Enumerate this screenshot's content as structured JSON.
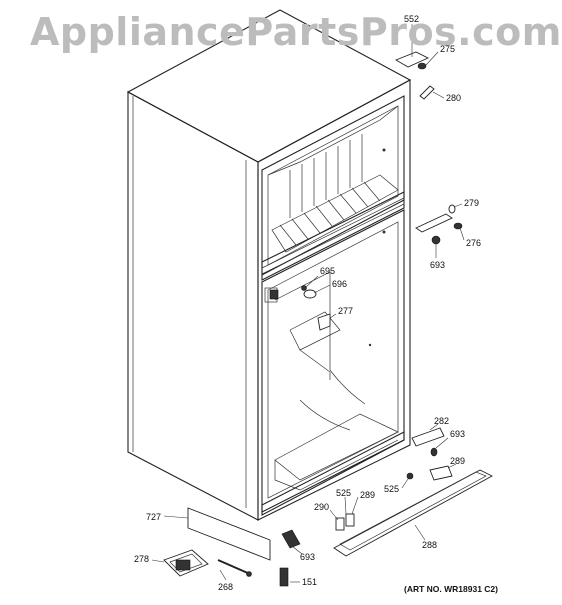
{
  "watermark": "AppliancePartsPros.com",
  "art_number": "(ART NO. WR18931 C2)",
  "callouts": {
    "c552": "552",
    "c275": "275",
    "c280": "280",
    "c279": "279",
    "c276": "276",
    "c693a": "693",
    "c695": "695",
    "c696": "696",
    "c277": "277",
    "c282": "282",
    "c693b": "693",
    "c289a": "289",
    "c525a": "525",
    "c727": "727",
    "c290": "290",
    "c525b": "525",
    "c289b": "289",
    "c288": "288",
    "c693c": "693",
    "c278": "278",
    "c268": "268",
    "c151": "151"
  }
}
